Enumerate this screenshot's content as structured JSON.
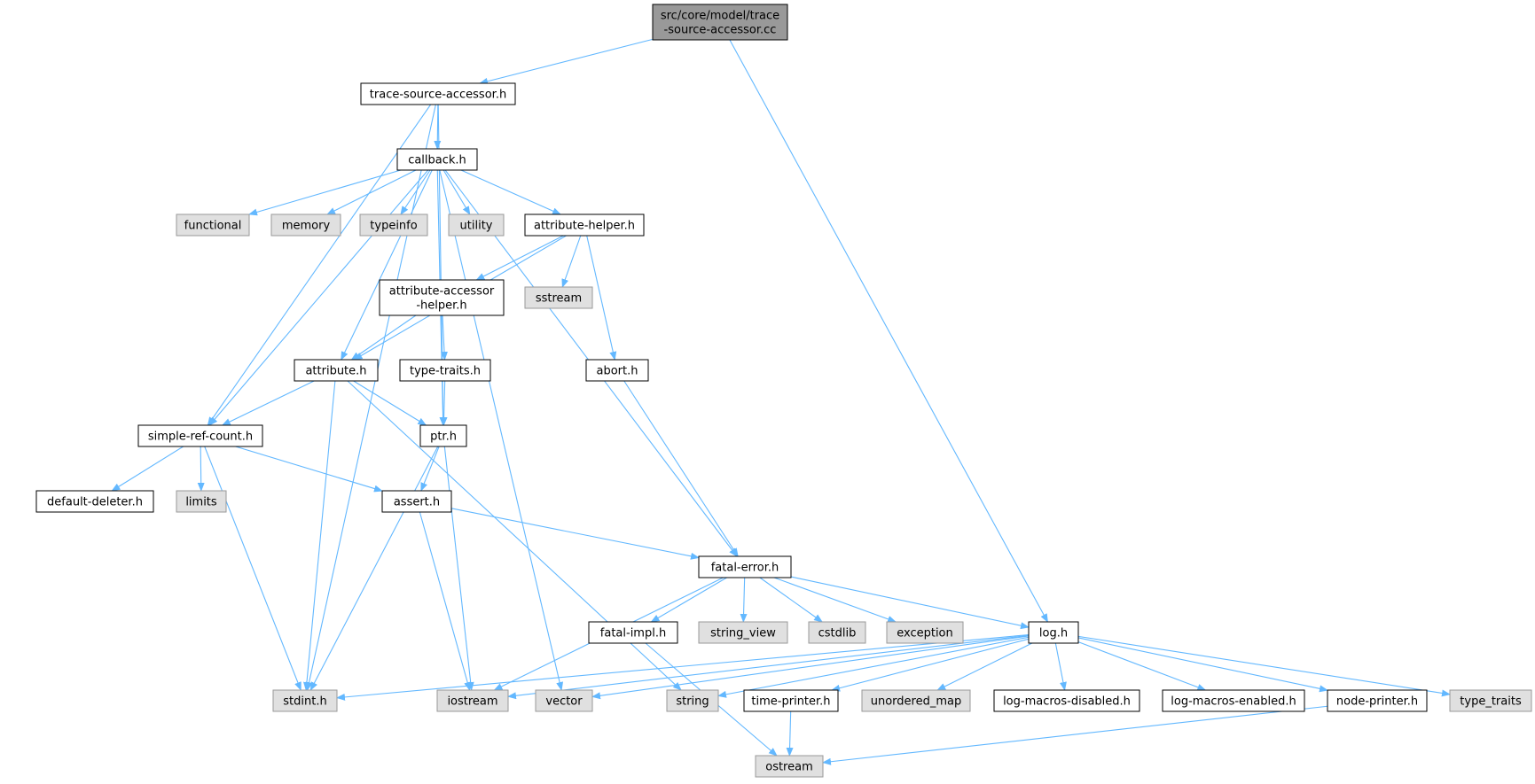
{
  "colors": {
    "edge": "#63b8ff",
    "root_fill": "#999999",
    "project_fill": "#ffffff",
    "system_fill": "#e0e0e0",
    "project_border": "#000000",
    "system_border": "#999999"
  },
  "nodes": [
    {
      "id": "root",
      "lines": [
        "src/core/model/trace",
        "-source-accessor.cc"
      ],
      "kind": "root"
    },
    {
      "id": "trace_source_accessor_h",
      "lines": [
        "trace-source-accessor.h"
      ],
      "kind": "project"
    },
    {
      "id": "callback_h",
      "lines": [
        "callback.h"
      ],
      "kind": "project"
    },
    {
      "id": "functional",
      "lines": [
        "functional"
      ],
      "kind": "system"
    },
    {
      "id": "memory",
      "lines": [
        "memory"
      ],
      "kind": "system"
    },
    {
      "id": "typeinfo",
      "lines": [
        "typeinfo"
      ],
      "kind": "system"
    },
    {
      "id": "utility",
      "lines": [
        "utility"
      ],
      "kind": "system"
    },
    {
      "id": "attribute_helper_h",
      "lines": [
        "attribute-helper.h"
      ],
      "kind": "project"
    },
    {
      "id": "attribute_accessor_helper_h",
      "lines": [
        "attribute-accessor",
        "-helper.h"
      ],
      "kind": "project"
    },
    {
      "id": "sstream",
      "lines": [
        "sstream"
      ],
      "kind": "system"
    },
    {
      "id": "attribute_h",
      "lines": [
        "attribute.h"
      ],
      "kind": "project"
    },
    {
      "id": "type_traits_h",
      "lines": [
        "type-traits.h"
      ],
      "kind": "project"
    },
    {
      "id": "abort_h",
      "lines": [
        "abort.h"
      ],
      "kind": "project"
    },
    {
      "id": "simple_ref_count_h",
      "lines": [
        "simple-ref-count.h"
      ],
      "kind": "project"
    },
    {
      "id": "ptr_h",
      "lines": [
        "ptr.h"
      ],
      "kind": "project"
    },
    {
      "id": "default_deleter_h",
      "lines": [
        "default-deleter.h"
      ],
      "kind": "project"
    },
    {
      "id": "limits",
      "lines": [
        "limits"
      ],
      "kind": "system"
    },
    {
      "id": "assert_h",
      "lines": [
        "assert.h"
      ],
      "kind": "project"
    },
    {
      "id": "fatal_error_h",
      "lines": [
        "fatal-error.h"
      ],
      "kind": "project"
    },
    {
      "id": "fatal_impl_h",
      "lines": [
        "fatal-impl.h"
      ],
      "kind": "project"
    },
    {
      "id": "string_view",
      "lines": [
        "string_view"
      ],
      "kind": "system"
    },
    {
      "id": "cstdlib",
      "lines": [
        "cstdlib"
      ],
      "kind": "system"
    },
    {
      "id": "exception",
      "lines": [
        "exception"
      ],
      "kind": "system"
    },
    {
      "id": "log_h",
      "lines": [
        "log.h"
      ],
      "kind": "project"
    },
    {
      "id": "stdint_h",
      "lines": [
        "stdint.h"
      ],
      "kind": "system"
    },
    {
      "id": "iostream",
      "lines": [
        "iostream"
      ],
      "kind": "system"
    },
    {
      "id": "vector",
      "lines": [
        "vector"
      ],
      "kind": "system"
    },
    {
      "id": "string",
      "lines": [
        "string"
      ],
      "kind": "system"
    },
    {
      "id": "time_printer_h",
      "lines": [
        "time-printer.h"
      ],
      "kind": "project"
    },
    {
      "id": "unordered_map",
      "lines": [
        "unordered_map"
      ],
      "kind": "system"
    },
    {
      "id": "log_macros_disabled_h",
      "lines": [
        "log-macros-disabled.h"
      ],
      "kind": "project"
    },
    {
      "id": "log_macros_enabled_h",
      "lines": [
        "log-macros-enabled.h"
      ],
      "kind": "project"
    },
    {
      "id": "node_printer_h",
      "lines": [
        "node-printer.h"
      ],
      "kind": "project"
    },
    {
      "id": "type_traits",
      "lines": [
        "type_traits"
      ],
      "kind": "system"
    },
    {
      "id": "ostream",
      "lines": [
        "ostream"
      ],
      "kind": "system"
    }
  ],
  "edges": [
    [
      "root",
      "trace_source_accessor_h"
    ],
    [
      "root",
      "log_h"
    ],
    [
      "trace_source_accessor_h",
      "callback_h"
    ],
    [
      "trace_source_accessor_h",
      "ptr_h"
    ],
    [
      "trace_source_accessor_h",
      "simple_ref_count_h"
    ],
    [
      "trace_source_accessor_h",
      "stdint_h"
    ],
    [
      "callback_h",
      "attribute_h"
    ],
    [
      "callback_h",
      "attribute_helper_h"
    ],
    [
      "callback_h",
      "fatal_error_h"
    ],
    [
      "callback_h",
      "ptr_h"
    ],
    [
      "callback_h",
      "simple_ref_count_h"
    ],
    [
      "callback_h",
      "functional"
    ],
    [
      "callback_h",
      "memory"
    ],
    [
      "callback_h",
      "typeinfo"
    ],
    [
      "callback_h",
      "utility"
    ],
    [
      "callback_h",
      "vector"
    ],
    [
      "attribute_helper_h",
      "attribute_h"
    ],
    [
      "attribute_helper_h",
      "attribute_accessor_helper_h"
    ],
    [
      "attribute_helper_h",
      "abort_h"
    ],
    [
      "attribute_helper_h",
      "sstream"
    ],
    [
      "attribute_accessor_helper_h",
      "attribute_h"
    ],
    [
      "attribute_accessor_helper_h",
      "type_traits_h"
    ],
    [
      "attribute_h",
      "ptr_h"
    ],
    [
      "attribute_h",
      "simple_ref_count_h"
    ],
    [
      "attribute_h",
      "stdint_h"
    ],
    [
      "attribute_h",
      "string"
    ],
    [
      "type_traits_h",
      "ptr_h"
    ],
    [
      "abort_h",
      "fatal_error_h"
    ],
    [
      "simple_ref_count_h",
      "assert_h"
    ],
    [
      "simple_ref_count_h",
      "default_deleter_h"
    ],
    [
      "simple_ref_count_h",
      "limits"
    ],
    [
      "simple_ref_count_h",
      "stdint_h"
    ],
    [
      "ptr_h",
      "assert_h"
    ],
    [
      "ptr_h",
      "iostream"
    ],
    [
      "ptr_h",
      "stdint_h"
    ],
    [
      "assert_h",
      "fatal_error_h"
    ],
    [
      "assert_h",
      "iostream"
    ],
    [
      "fatal_error_h",
      "fatal_impl_h"
    ],
    [
      "fatal_error_h",
      "log_h"
    ],
    [
      "fatal_error_h",
      "string_view"
    ],
    [
      "fatal_error_h",
      "cstdlib"
    ],
    [
      "fatal_error_h",
      "exception"
    ],
    [
      "fatal_error_h",
      "iostream"
    ],
    [
      "fatal_impl_h",
      "ostream"
    ],
    [
      "log_h",
      "log_macros_disabled_h"
    ],
    [
      "log_h",
      "log_macros_enabled_h"
    ],
    [
      "log_h",
      "node_printer_h"
    ],
    [
      "log_h",
      "time_printer_h"
    ],
    [
      "log_h",
      "iostream"
    ],
    [
      "log_h",
      "stdint_h"
    ],
    [
      "log_h",
      "string"
    ],
    [
      "log_h",
      "type_traits"
    ],
    [
      "log_h",
      "unordered_map"
    ],
    [
      "log_h",
      "vector"
    ],
    [
      "time_printer_h",
      "ostream"
    ],
    [
      "node_printer_h",
      "ostream"
    ]
  ]
}
